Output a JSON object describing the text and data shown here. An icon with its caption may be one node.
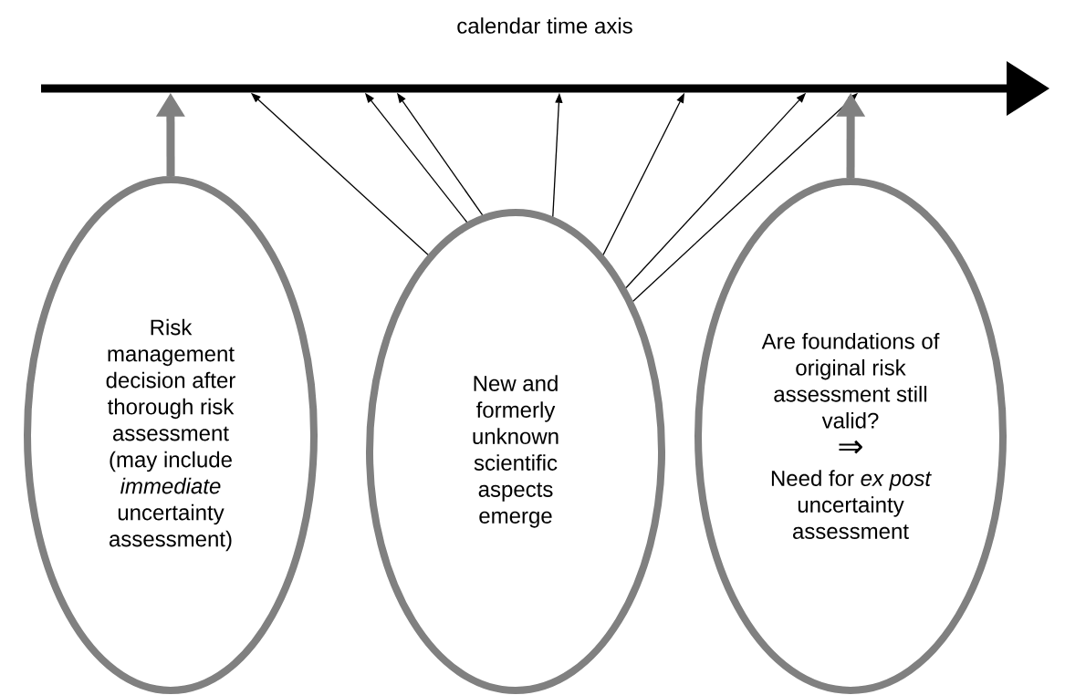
{
  "diagram": {
    "title": "calendar time axis",
    "nodes": [
      {
        "text": [
          "Risk management decision after thorough risk assessment (may include *immediate* uncertainty assessment)"
        ]
      },
      {
        "text": [
          "New and formerly unknown scientific aspects emerge"
        ]
      },
      {
        "text": [
          "Are foundations of original risk assessment still valid?",
          "⇒",
          "Need for *ex post* uncertainty assessment"
        ]
      },
      {
        "text": [],
        "shape": "bar"
      }
    ],
    "edges": [
      {
        "from": 0,
        "to": 3,
        "arrow": "to",
        "style": "thick",
        "color": "#808080"
      },
      {
        "from": 1,
        "to": 3,
        "arrow": "to"
      },
      {
        "from": 1,
        "to": 3,
        "arrow": "to"
      },
      {
        "from": 1,
        "to": 3,
        "arrow": "to"
      },
      {
        "from": 1,
        "to": 3,
        "arrow": "to"
      },
      {
        "from": 1,
        "to": 3,
        "arrow": "to"
      },
      {
        "from": 1,
        "to": 3,
        "arrow": "to"
      },
      {
        "from": 1,
        "to": 3,
        "arrow": "to"
      },
      {
        "from": 2,
        "to": 3,
        "arrow": "to",
        "style": "thick",
        "color": "#808080"
      }
    ]
  }
}
